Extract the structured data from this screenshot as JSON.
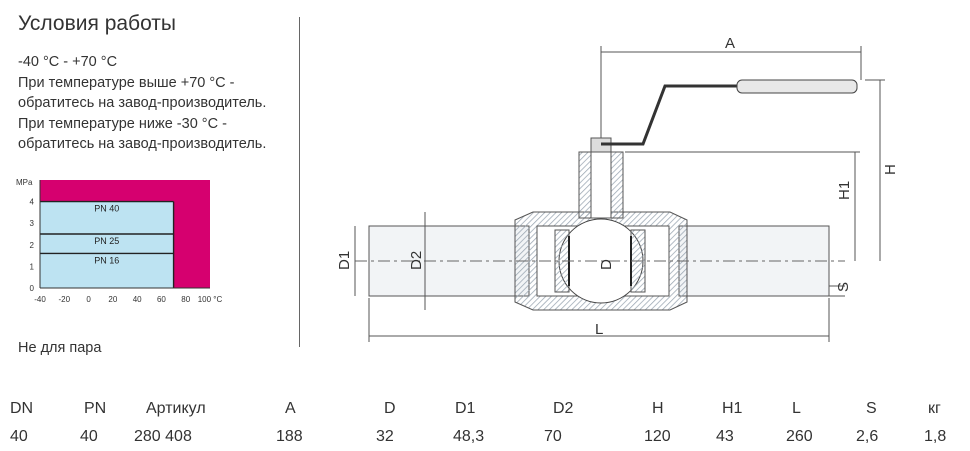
{
  "title": "Условия работы",
  "conditions": [
    "-40 °C - +70 °C",
    "При температуре выше +70 °C -",
    "обратитесь на завод-производитель.",
    "При температуре ниже -30 °C -",
    "обратитесь на завод-производитель."
  ],
  "note": "Не для пара",
  "chart_data": {
    "type": "area",
    "ylabel": "MPa",
    "xunit": "°C",
    "x_ticks": [
      "-40",
      "-20",
      "0",
      "20",
      "40",
      "60",
      "80",
      "100 °C"
    ],
    "y_ticks": [
      "0",
      "1",
      "2",
      "3",
      "4"
    ],
    "xlim": [
      -40,
      100
    ],
    "ylim": [
      0,
      5
    ],
    "allowed_region": {
      "x": [
        -40,
        70
      ]
    },
    "series": [
      {
        "name": "PN 40",
        "value": 4
      },
      {
        "name": "PN 25",
        "value": 2.5
      },
      {
        "name": "PN 16",
        "value": 1.6
      }
    ],
    "colors": {
      "forbidden": "#d6006f",
      "allowed": "#bde3f2",
      "line": "#222222"
    }
  },
  "drawing_labels": {
    "A": "A",
    "H": "H",
    "H1": "H1",
    "D1": "D1",
    "D2": "D2",
    "D": "D",
    "S": "S",
    "L": "L"
  },
  "specs": {
    "headers": [
      "DN",
      "PN",
      "Артикул",
      "A",
      "D",
      "D1",
      "D2",
      "H",
      "H1",
      "L",
      "S",
      "кг"
    ],
    "row": [
      "40",
      "40",
      "280 408",
      "188",
      "32",
      "48,3",
      "70",
      "120",
      "43",
      "260",
      "2,6",
      "1,8"
    ]
  }
}
